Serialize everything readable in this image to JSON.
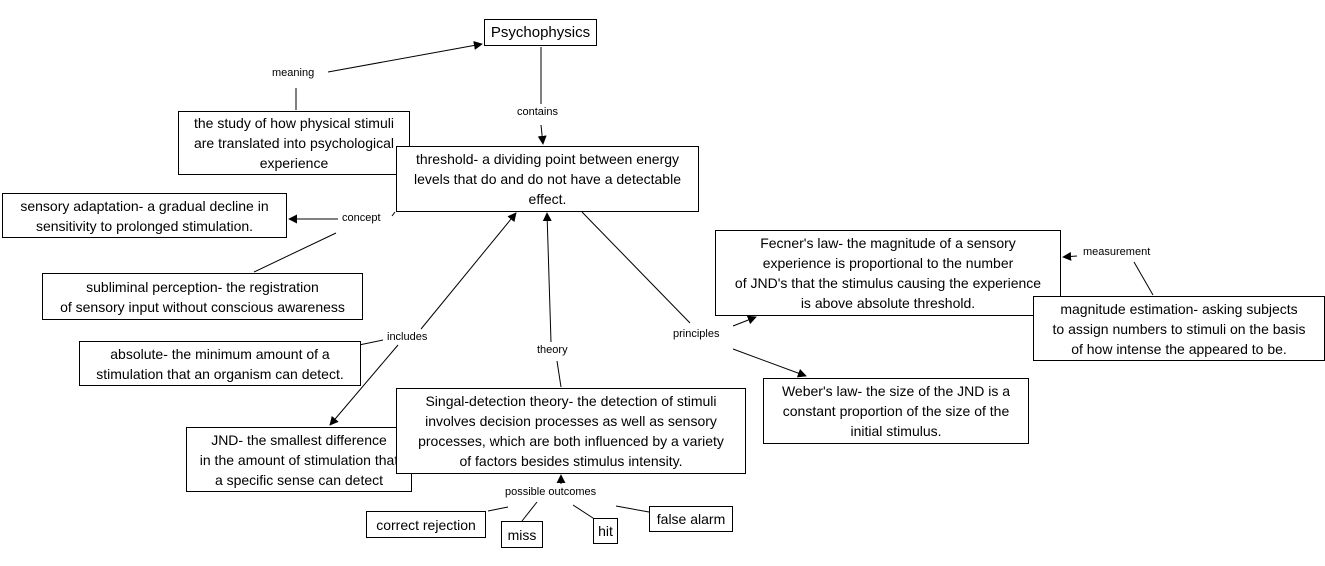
{
  "nodes": {
    "psychophysics": "Psychophysics",
    "definition": "the study of how physical stimuli\nare translated into psychological\nexperience",
    "threshold": "threshold- a dividing point between energy\nlevels that do and do not have a detectable\neffect.",
    "sensory_adaptation": "sensory adaptation- a gradual decline in\nsensitivity to prolonged stimulation.",
    "subliminal": "subliminal perception- the registration\nof sensory input without conscious awareness",
    "absolute": "absolute- the minimum amount of a\nstimulation that an organism can detect.",
    "jnd": "JND- the smallest difference\nin the amount of stimulation that\na specific sense can detect",
    "signal_detection": "Singal-detection theory- the detection of stimuli\ninvolves decision processes as well as sensory\nprocesses, which are both influenced by a variety\nof factors besides stimulus intensity.",
    "fechner": "Fecner's law- the magnitude of a sensory\nexperience is proportional to the number\nof JND's that the stimulus causing the experience\nis above absolute threshold.",
    "magnitude_estimation": "magnitude estimation- asking subjects\nto assign numbers to stimuli on the basis\nof how intense the appeared to be.",
    "webers_law": "Weber's law- the size of the JND is a\nconstant proportion of the size of the\ninitial stimulus.",
    "correct_rejection": "correct rejection",
    "miss": "miss",
    "hit": "hit",
    "false_alarm": "false alarm"
  },
  "links": {
    "meaning": "meaning",
    "contains": "contains",
    "concept": "concept",
    "includes": "includes",
    "theory": "theory",
    "principles": "principles",
    "measurement": "measurement",
    "possible_outcomes": "possible outcomes"
  }
}
